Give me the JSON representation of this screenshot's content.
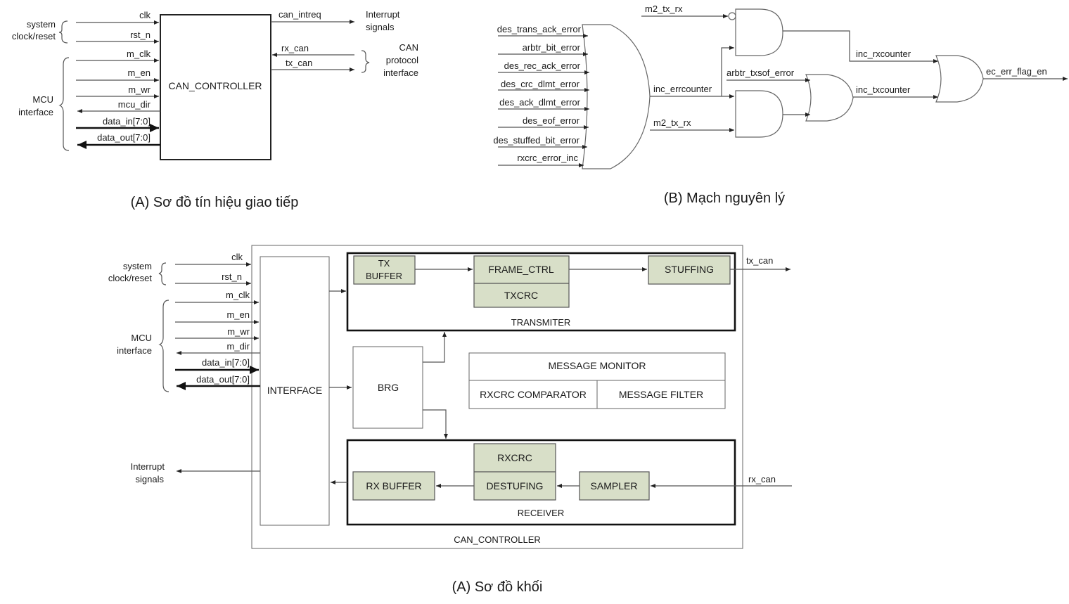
{
  "diagram_a": {
    "caption": "(A) Sơ đồ tín hiệu giao tiếp",
    "block": "CAN_CONTROLLER",
    "groups": {
      "system": [
        "system",
        "clock/reset"
      ],
      "mcu": [
        "MCU",
        "interface"
      ],
      "interrupt": [
        "Interrupt",
        "signals"
      ],
      "can": [
        "CAN",
        "protocol",
        "interface"
      ]
    },
    "inputs": [
      "clk",
      "rst_n",
      "m_clk",
      "m_en",
      "m_wr",
      "mcu_dir",
      "data_in[7:0]",
      "data_out[7:0]"
    ],
    "outputs": [
      "can_intreq",
      "rx_can",
      "tx_can"
    ]
  },
  "diagram_b": {
    "caption": "(B) Mạch nguyên lý",
    "or_inputs": [
      "des_trans_ack_error",
      "arbtr_bit_error",
      "des_rec_ack_error",
      "des_crc_dlmt_error",
      "des_ack_dlmt_error",
      "des_eof_error",
      "des_stuffed_bit_error",
      "rxcrc_error_inc"
    ],
    "signals": {
      "m2_top": "m2_tx_rx",
      "inc_err": "inc_errcounter",
      "m2_bot": "m2_tx_rx",
      "arbtr": "arbtr_txsof_error",
      "rx": "inc_rxcounter",
      "tx": "inc_txcounter",
      "out": "ec_err_flag_en"
    }
  },
  "diagram_c": {
    "caption": "(A) Sơ đồ khối",
    "outer": "CAN_CONTROLLER",
    "groups": {
      "system": [
        "system",
        "clock/reset"
      ],
      "mcu": [
        "MCU",
        "interface"
      ],
      "interrupt": [
        "Interrupt",
        "signals"
      ]
    },
    "inputs": [
      "clk",
      "rst_n",
      "m_clk",
      "m_en",
      "m_wr",
      "m_dir",
      "data_in[7:0]",
      "data_out[7:0]"
    ],
    "blocks": {
      "interface": "INTERFACE",
      "brg": "BRG",
      "tx_buffer": [
        "TX",
        "BUFFER"
      ],
      "frame_ctrl": "FRAME_CTRL",
      "txcrc": "TXCRC",
      "stuffing": "STUFFING",
      "transmitter": "TRANSMITER",
      "message_monitor": "MESSAGE MONITOR",
      "rxcrc_comparator": "RXCRC COMPARATOR",
      "message_filter": "MESSAGE FILTER",
      "rxcrc": "RXCRC",
      "rx_buffer": "RX BUFFER",
      "destufing": "DESTUFING",
      "sampler": "SAMPLER",
      "receiver": "RECEIVER"
    },
    "tx_can": "tx_can",
    "rx_can": "rx_can"
  }
}
